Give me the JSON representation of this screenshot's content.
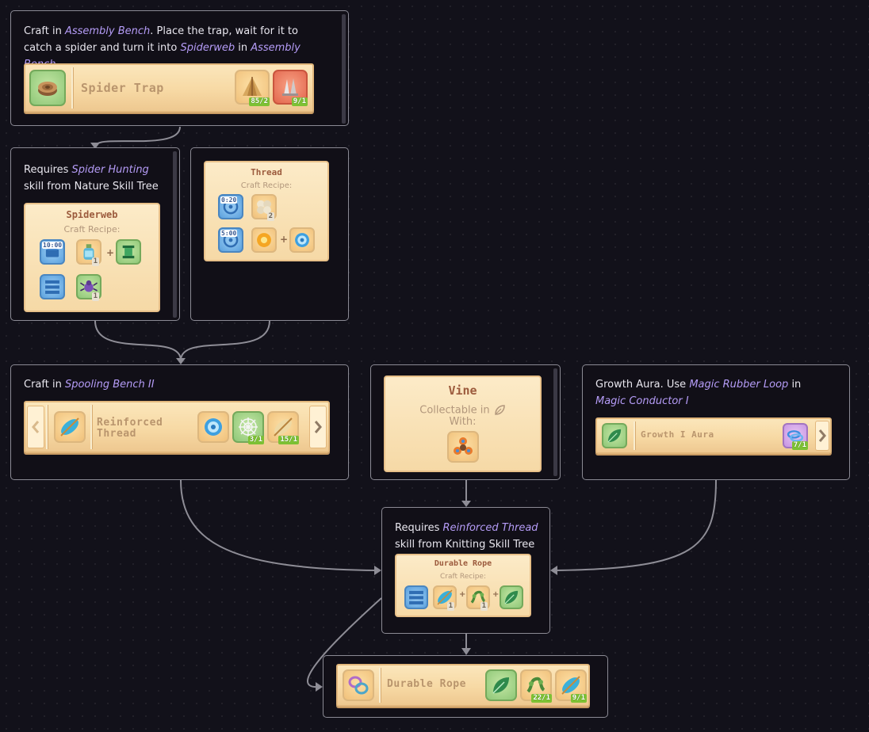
{
  "nodes": {
    "spider_trap": {
      "desc": {
        "p1": "Craft in ",
        "hl1": "Assembly Bench",
        "p2": ". Place the trap, wait for it to catch a spider and turn it into ",
        "hl2": "Spiderweb",
        "p3": " in ",
        "hl3": "Assembly Bench",
        "p4": "."
      },
      "banner_title": "Spider Trap",
      "icons": {
        "main": "spider-trap-icon",
        "req1": "tent-sticks-icon",
        "req2": "iron-nails-icon"
      },
      "counts": [
        "85/2",
        "9/1"
      ]
    },
    "spiderweb": {
      "desc": {
        "p1": "Requires ",
        "hl1": "Spider Hunting",
        "p2": " skill from Nature Skill Tree"
      },
      "card_title": "Spiderweb",
      "card_sub": "Craft Recipe:",
      "time": "10:00",
      "counts": [
        "1",
        "1"
      ],
      "icons": {
        "bench": "bench-icon",
        "bottle": "bottle-icon",
        "spool": "spool-icon",
        "station": "station-icon",
        "spider": "spider-icon"
      }
    },
    "thread": {
      "card_title": "Thread",
      "card_sub": "Craft Recipe:",
      "times": [
        "0:20",
        "5:00"
      ],
      "counts": [
        "2"
      ],
      "icons": {
        "wheel": "spinning-wheel-icon",
        "cotton": "cotton-icon",
        "gear": "gold-gear-icon",
        "ring": "blue-ring-icon"
      }
    },
    "reinforced_thread": {
      "desc": {
        "p1": "Craft in ",
        "hl1": "Spooling Bench II"
      },
      "banner_title_l1": "Reinforced",
      "banner_title_l2": "Thread",
      "counts": [
        "3/1",
        "15/1"
      ],
      "icons": {
        "main": "spindle-icon",
        "req1": "blue-ring-icon",
        "req2": "spiderweb-icon",
        "req3": "thread-icon",
        "prev": "chevron-left-icon",
        "next": "chevron-right-icon"
      }
    },
    "vine": {
      "card_title": "Vine",
      "card_sub": "Collectable in",
      "card_sub2": "With:",
      "icons": {
        "leaf": "leaf-icon",
        "tool": "flower-tool-icon"
      }
    },
    "growth_aura": {
      "desc": {
        "p1": "Growth Aura. Use ",
        "hl1": "Magic Rubber Loop",
        "p2": " in ",
        "hl2": "Magic Conductor I"
      },
      "banner_title": "Growth I Aura",
      "counts": [
        "7/1"
      ],
      "icons": {
        "main": "growth-leaf-icon",
        "req1": "rubber-loop-icon",
        "next": "chevron-right-icon"
      }
    },
    "durable_rope_recipe": {
      "desc": {
        "p1": "Requires ",
        "hl1": "Reinforced Thread",
        "p2": " skill from Knitting Skill Tree"
      },
      "card_title": "Durable Rope",
      "card_sub": "Craft Recipe:",
      "counts": [
        "1",
        "1"
      ],
      "icons": {
        "bench": "bench-icon",
        "spindle": "spindle-icon",
        "vine": "vine-icon",
        "leaf": "growth-leaf-icon"
      }
    },
    "durable_rope": {
      "banner_title": "Durable Rope",
      "counts": [
        "22/1",
        "9/1"
      ],
      "icons": {
        "main": "rope-icon",
        "req1": "growth-leaf-icon",
        "req2": "vine-icon",
        "req3": "spindle-icon"
      }
    }
  },
  "colors": {
    "background": "#12111a",
    "node_border": "#8b8a94",
    "highlight": "#b59cf7",
    "count_badge": "#7dc134",
    "connector": "#8e8d96"
  }
}
